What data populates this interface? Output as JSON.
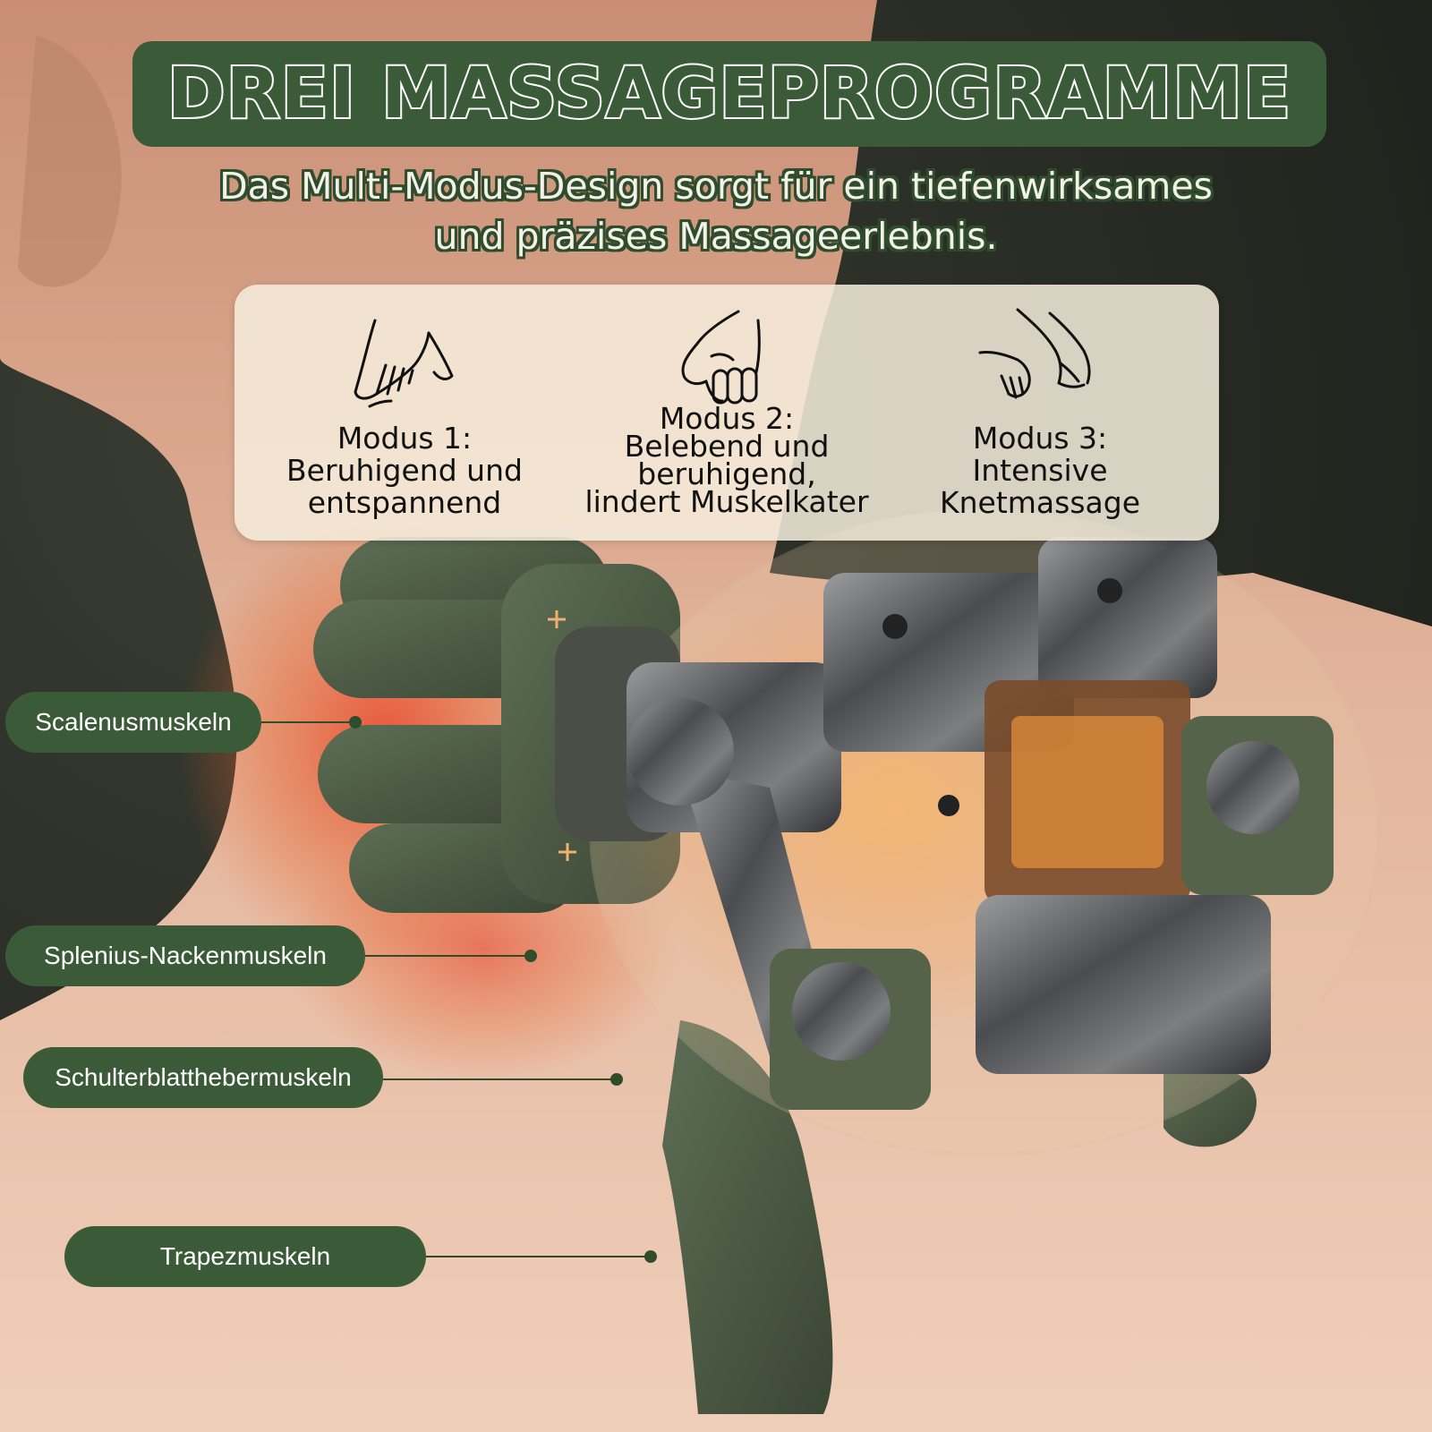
{
  "header": {
    "title": "DREI MASSAGEPROGRAMME",
    "subtitle_line1": "Das Multi-Modus-Design sorgt für ein tiefenwirksames",
    "subtitle_line2": "und präzises Massageerlebnis."
  },
  "modes": [
    {
      "icon": "open-hand-icon",
      "title": "Modus 1:",
      "line1": "Beruhigend und",
      "line2": "entspannend",
      "line3": ""
    },
    {
      "icon": "kneading-fist-icon",
      "title": "Modus 2:",
      "line1": "Belebend und",
      "line2": "beruhigend,",
      "line3": "lindert Muskelkater"
    },
    {
      "icon": "two-hands-icon",
      "title": "Modus 3:",
      "line1": "Intensive",
      "line2": "Knetmassage",
      "line3": ""
    }
  ],
  "callouts": [
    {
      "label": "Scalenusmuskeln"
    },
    {
      "label": "Splenius-Nackenmuskeln"
    },
    {
      "label": "Schulterblatthebermuskeln"
    },
    {
      "label": "Trapezmuskeln"
    }
  ],
  "colors": {
    "brand_green": "#3b5a38",
    "panel_cream": "#f6eedc",
    "skin": "#e6b9a0",
    "heat_red": "#d9412a"
  }
}
